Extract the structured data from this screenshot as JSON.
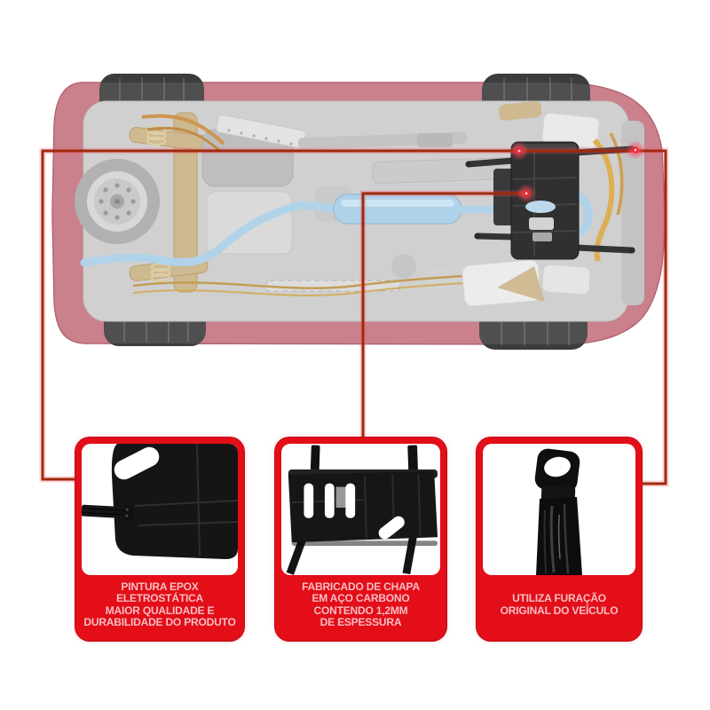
{
  "colors": {
    "banner_red": "#E30E18",
    "banner_text_pink": "#F6BEC4",
    "connector_dark_red": "#9E2B0C",
    "callout_dot_red": "#F01E2C",
    "car_body_pink": "#C4737E",
    "underbody_gray": "#CBCBCB",
    "exhaust_blue": "#A9CFE7",
    "subframe_tan": "#C9B184",
    "skid_plate_black": "#191919"
  },
  "hero": {
    "subject": "car underbody top view with skid plate product highlighted",
    "callout_dot_count": 3
  },
  "features": [
    {
      "id": "epoxy-paint",
      "photo_subject": "skid plate corner close-up with slot",
      "label_lines": [
        "PINTURA EPOX",
        "ELETROSTÁTICA",
        "MAIOR QUALIDADE E",
        "DURABILIDADE DO PRODUTO"
      ]
    },
    {
      "id": "carbon-steel",
      "photo_subject": "skid plate front view with mounting rods and slots",
      "label_lines": [
        "FABRICADO DE CHAPA",
        "EM AÇO CARBONO",
        "CONTENDO 1,2MM",
        "DE ESPESSURA"
      ]
    },
    {
      "id": "original-holes",
      "photo_subject": "mounting bracket arm with bolt hole",
      "label_lines": [
        "UTILIZA FURAÇÃO",
        "ORIGINAL DO VEÍCULO"
      ]
    }
  ]
}
